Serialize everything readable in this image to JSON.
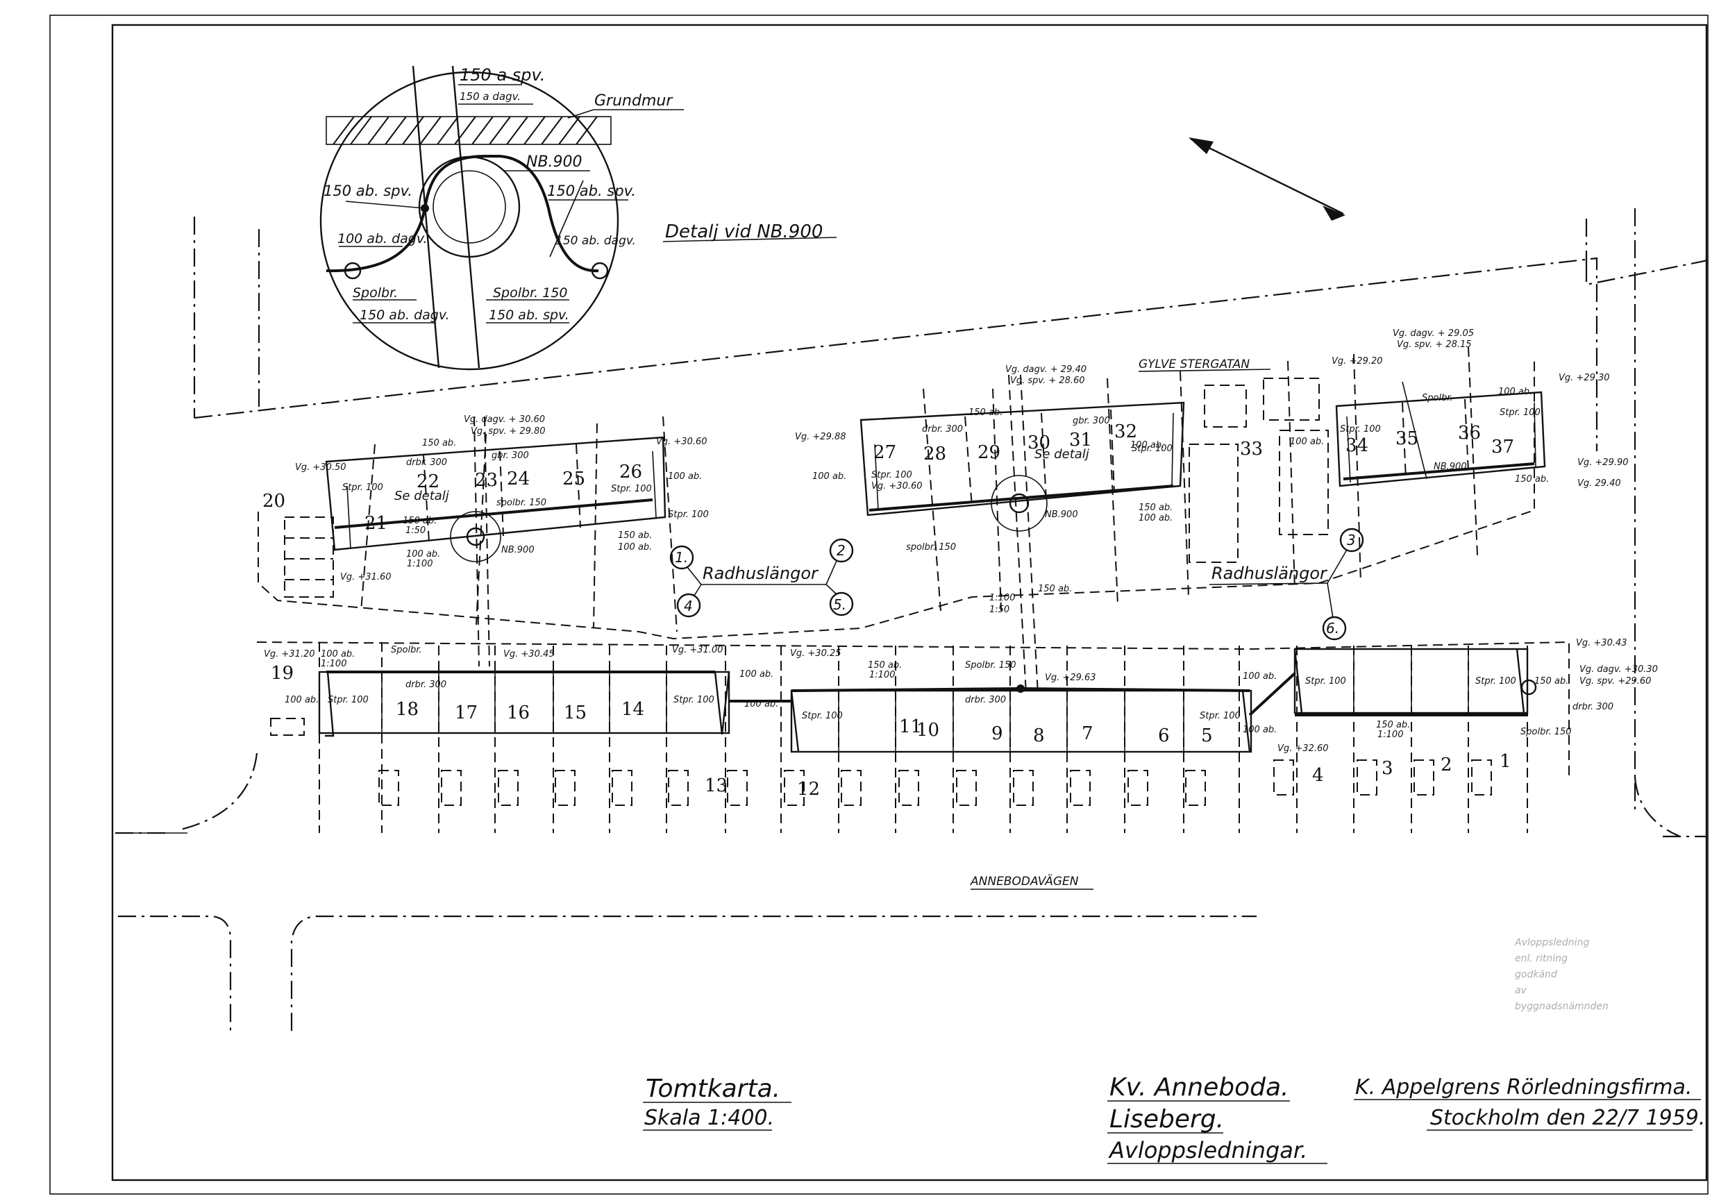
{
  "title_block": {
    "drawing_type": "Tomtkarta.",
    "scale": "Skala 1:400.",
    "block_name": "Kv. Anneboda.",
    "area": "Liseberg.",
    "subject": "Avloppsledningar.",
    "firm": "K. Appelgrens Rörledningsfirma.",
    "place_date": "Stockholm den 22/7 1959."
  },
  "streets": {
    "north": "GYLVE STERGATAN",
    "south": "ANNEBODAVÄGEN"
  },
  "detail": {
    "title": "Detalj vid NB.900",
    "labels": {
      "a": "150 a spv.",
      "b": "150 a dagv.",
      "wall": "Grundmur",
      "nb": "NB.900",
      "l1": "150 ab. spv.",
      "r1": "150 ab. spv.",
      "l2": "100 ab. dagv.",
      "r2": "150 ab. dagv.",
      "spolbr": "Spolbr.",
      "spolbr150": "Spolbr. 150",
      "l3": "150 ab. dagv.",
      "r3": "150 ab. spv."
    }
  },
  "radhus": {
    "a": {
      "label": "Radhuslängor",
      "n1": "1.",
      "n2": "2",
      "n4": "4",
      "n5": "5."
    },
    "b": {
      "label": "Radhuslängor",
      "n3": "3",
      "n6": "6."
    }
  },
  "pipe_labels": {
    "se_detalj_1": "Se detalj",
    "se_detalj_2": "Se detalj",
    "nb900_1": "NB.900",
    "nb900_2": "NB.900",
    "nb900_3": "NB.900",
    "vg_top1": "Vg. dagv. + 30.60",
    "vg_top1b": "Vg. spv. + 29.80",
    "vg_top2": "Vg. dagv. + 29.40",
    "vg_top2b": "Vg. spv. + 28.60",
    "vg_top3": "Vg. dagv. + 29.05",
    "vg_top3b": "Vg. spv. + 28.15",
    "vg_3050": "Vg. +30.50",
    "vg_3060": "Vg. +30.60",
    "vg_2988": "Vg. +29.88",
    "vg_2920": "Vg. +29.20",
    "vg_2930": "Vg. +29.30",
    "vg_2990": "Vg. +29.90",
    "vg_2940": "Vg. 29.40",
    "vg_3160": "Vg. +31.60",
    "vg_3120": "Vg. +31.20",
    "vg_3045": "Vg. +30.45",
    "vg_3100": "Vg. +31.00",
    "vg_3025": "Vg. +30.25",
    "vg_2963": "Vg. +29.63",
    "vg_3043": "Vg. +30.43",
    "vg_3260": "Vg. +32.60",
    "vg_dagv_3030": "Vg. dagv. +30.30",
    "vg_spv_2960": "Vg. spv. +29.60",
    "drbr300": "drbr. 300",
    "spolbr": "Spolbr.",
    "spolbr150": "Spolbr. 150",
    "stpr100": "Stpr. 100",
    "ab100": "100 ab.",
    "ab150": "150 ab.",
    "r1_100": "1:100",
    "r1_50": "1:50",
    "gbr300": "gbr. 300",
    "spolbr150b": "spolbr. 150"
  },
  "lot_numbers": {
    "north_a": [
      "20",
      "21",
      "22",
      "23",
      "24",
      "25",
      "26"
    ],
    "north_b": [
      "27",
      "28",
      "29",
      "30",
      "31",
      "32"
    ],
    "north_c": [
      "33",
      "34",
      "35",
      "36",
      "37"
    ],
    "south": [
      "19",
      "18",
      "17",
      "16",
      "15",
      "14",
      "13",
      "12",
      "11",
      "10",
      "9",
      "8",
      "7",
      "6",
      "5",
      "4",
      "3",
      "2",
      "1"
    ]
  },
  "stamp_lines": [
    "Avloppsledning",
    "enl. ritning",
    "godkänd",
    "av",
    "byggnadsnämnden"
  ]
}
